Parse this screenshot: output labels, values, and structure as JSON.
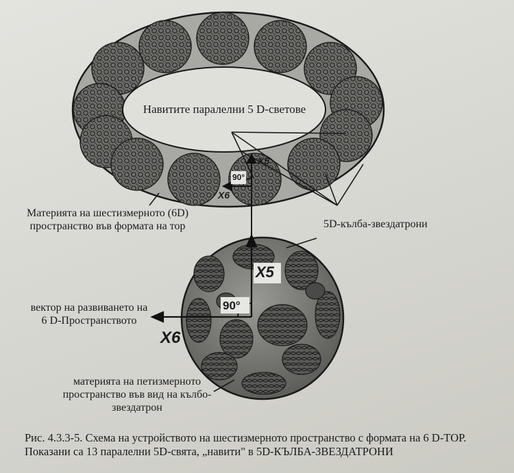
{
  "diagram": {
    "inner_label": "Навитите паралелни 5 D-светове",
    "torus_matter_label": "Материята на шестизмерното (6D) пространство във формата на тор",
    "spheres_label": "5D-кълба-звездатрони",
    "vector_label": "вектор на развиването на 6 D-Пространството",
    "sphere_matter_label": "материята на петизмерното пространство във вид на кълбо-звездатрон",
    "top_axes": {
      "x5": "X5",
      "x6": "X6",
      "angle": "90°"
    },
    "big_axes": {
      "x5": "X5",
      "x6": "X6",
      "angle": "90°"
    }
  },
  "caption": "Рис. 4.3.3-5. Схема на устройството на шестизмерното пространство с формата на 6 D-ТОР. Показани са 13 паралелни 5D-свята, „навити\" в 5D-КЪЛБА-ЗВЕЗДАТРОНИ",
  "colors": {
    "ink": "#1a1a1a",
    "torus_fill": "#a9a9a4",
    "sphere_dark": "#4a4a48",
    "paper": "#e0e0db"
  }
}
